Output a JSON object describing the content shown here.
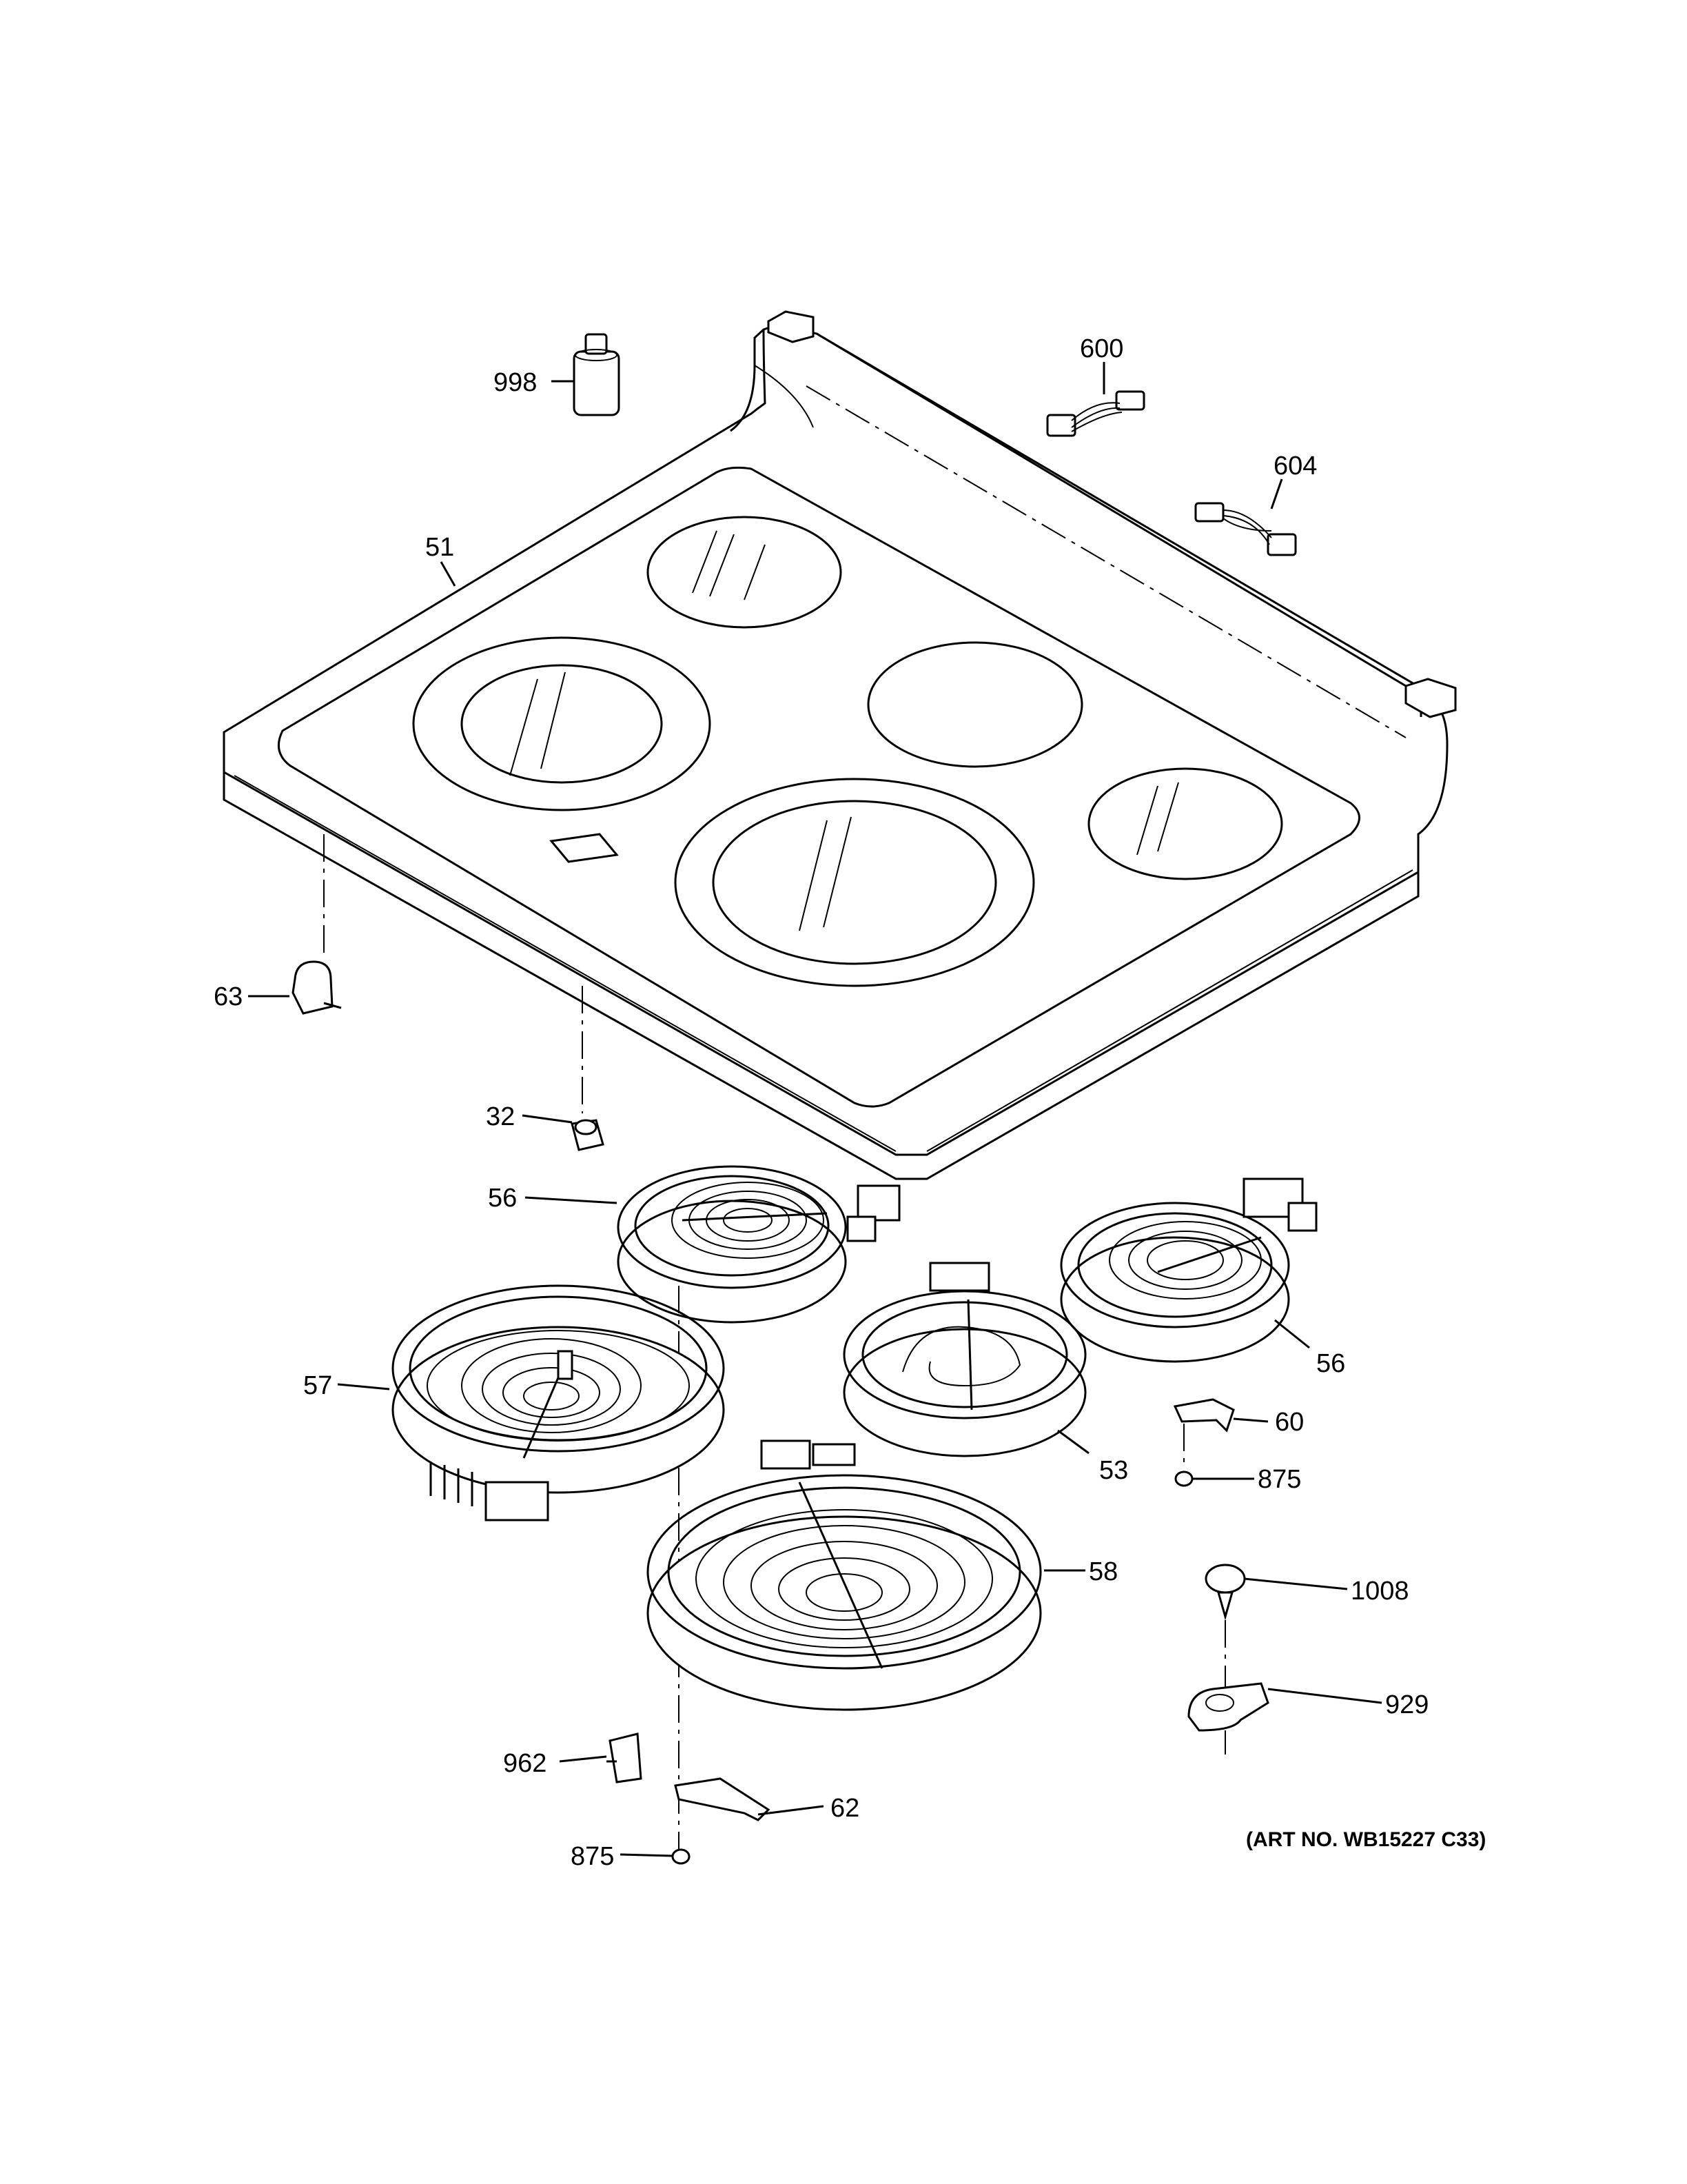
{
  "labels": {
    "p998": "998",
    "p600": "600",
    "p604": "604",
    "p51": "51",
    "p63": "63",
    "p32": "32",
    "p56a": "56",
    "p56b": "56",
    "p57": "57",
    "p53": "53",
    "p60": "60",
    "p875a": "875",
    "p58": "58",
    "p1008": "1008",
    "p929": "929",
    "p962": "962",
    "p62": "62",
    "p875b": "875"
  },
  "art_number": "(ART NO. WB15227 C33)"
}
